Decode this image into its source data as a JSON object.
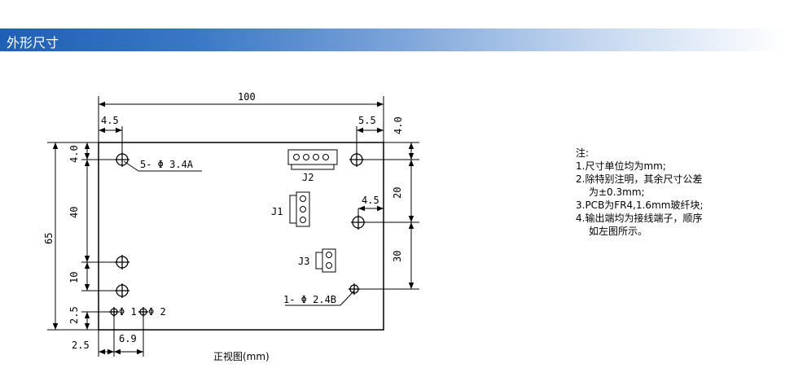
{
  "header": {
    "title": "外形尺寸"
  },
  "drawing": {
    "dim_width": "100",
    "dim_left_offset": "4.5",
    "dim_right_offset": "5.5",
    "dim_top_right": "4.0",
    "dim_top_left": "4.0",
    "dim_40": "40",
    "dim_65": "65",
    "dim_10": "10",
    "dim_2_5_vertical": "2.5",
    "dim_2_5_horizontal": "2.5",
    "dim_6_9": "6.9",
    "dim_20": "20",
    "dim_4_5_right": "4.5",
    "dim_30": "30",
    "hole_label_a": "5- Φ 3.4A",
    "hole_label_b": "1- Φ 2.4B",
    "pin_label_1": "Φ 1",
    "pin_label_2": "Φ 2",
    "j1_label": "J1",
    "j2_label": "J2",
    "j3_label": "J3",
    "caption": "正视图(mm)"
  },
  "notes": {
    "title": "注:",
    "lines": [
      "1.尺寸单位均为mm;",
      "2.除特别注明，其余尺寸公差",
      "为±0.3mm;",
      "3.PCB为FR4,1.6mm玻纤块;",
      "4.输出端均为接线端子，顺序",
      "如左图所示。"
    ]
  }
}
